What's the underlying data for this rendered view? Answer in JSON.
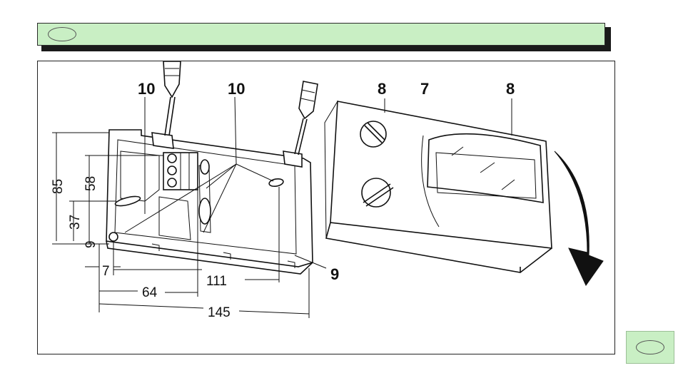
{
  "callouts": {
    "c10_left": "10",
    "c10_right": "10",
    "c8_left": "8",
    "c7": "7",
    "c8_right": "8",
    "c9": "9"
  },
  "dimensions": {
    "d85": "85",
    "d58": "58",
    "d37": "37",
    "d9": "9",
    "d7": "7",
    "d111": "111",
    "d64": "64",
    "d145": "145"
  },
  "colors": {
    "header_green": "#c9efc4",
    "line": "#111111"
  }
}
